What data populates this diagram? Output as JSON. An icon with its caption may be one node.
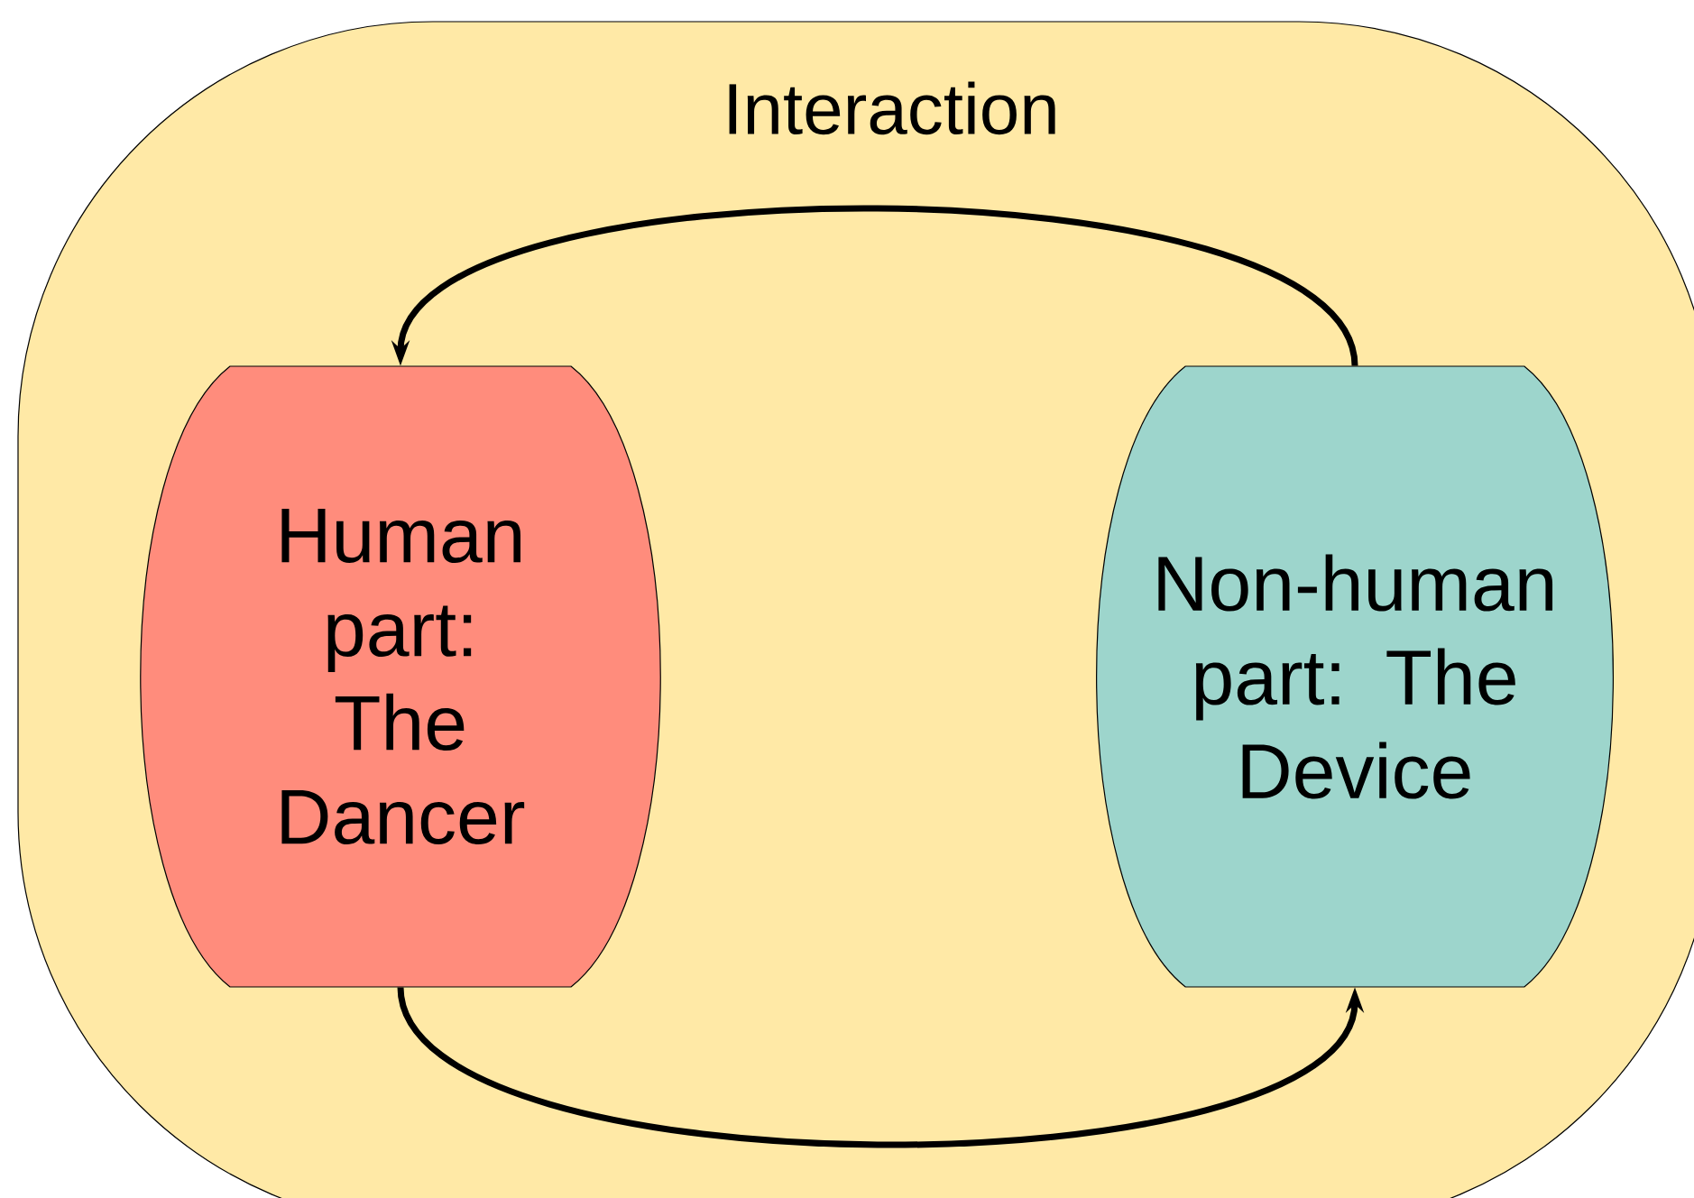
{
  "diagram": {
    "nodes": [
      {
        "text": [
          "Interaction"
        ]
      },
      {
        "text": [
          "Human part: The Dancer"
        ],
        "in": 0
      },
      {
        "text": [
          "Non-human part: The Device"
        ],
        "in": 0
      }
    ],
    "edges": [
      {
        "from": 2,
        "to": 1,
        "arrow": "to"
      },
      {
        "from": 1,
        "to": 2,
        "arrow": "to"
      }
    ]
  }
}
